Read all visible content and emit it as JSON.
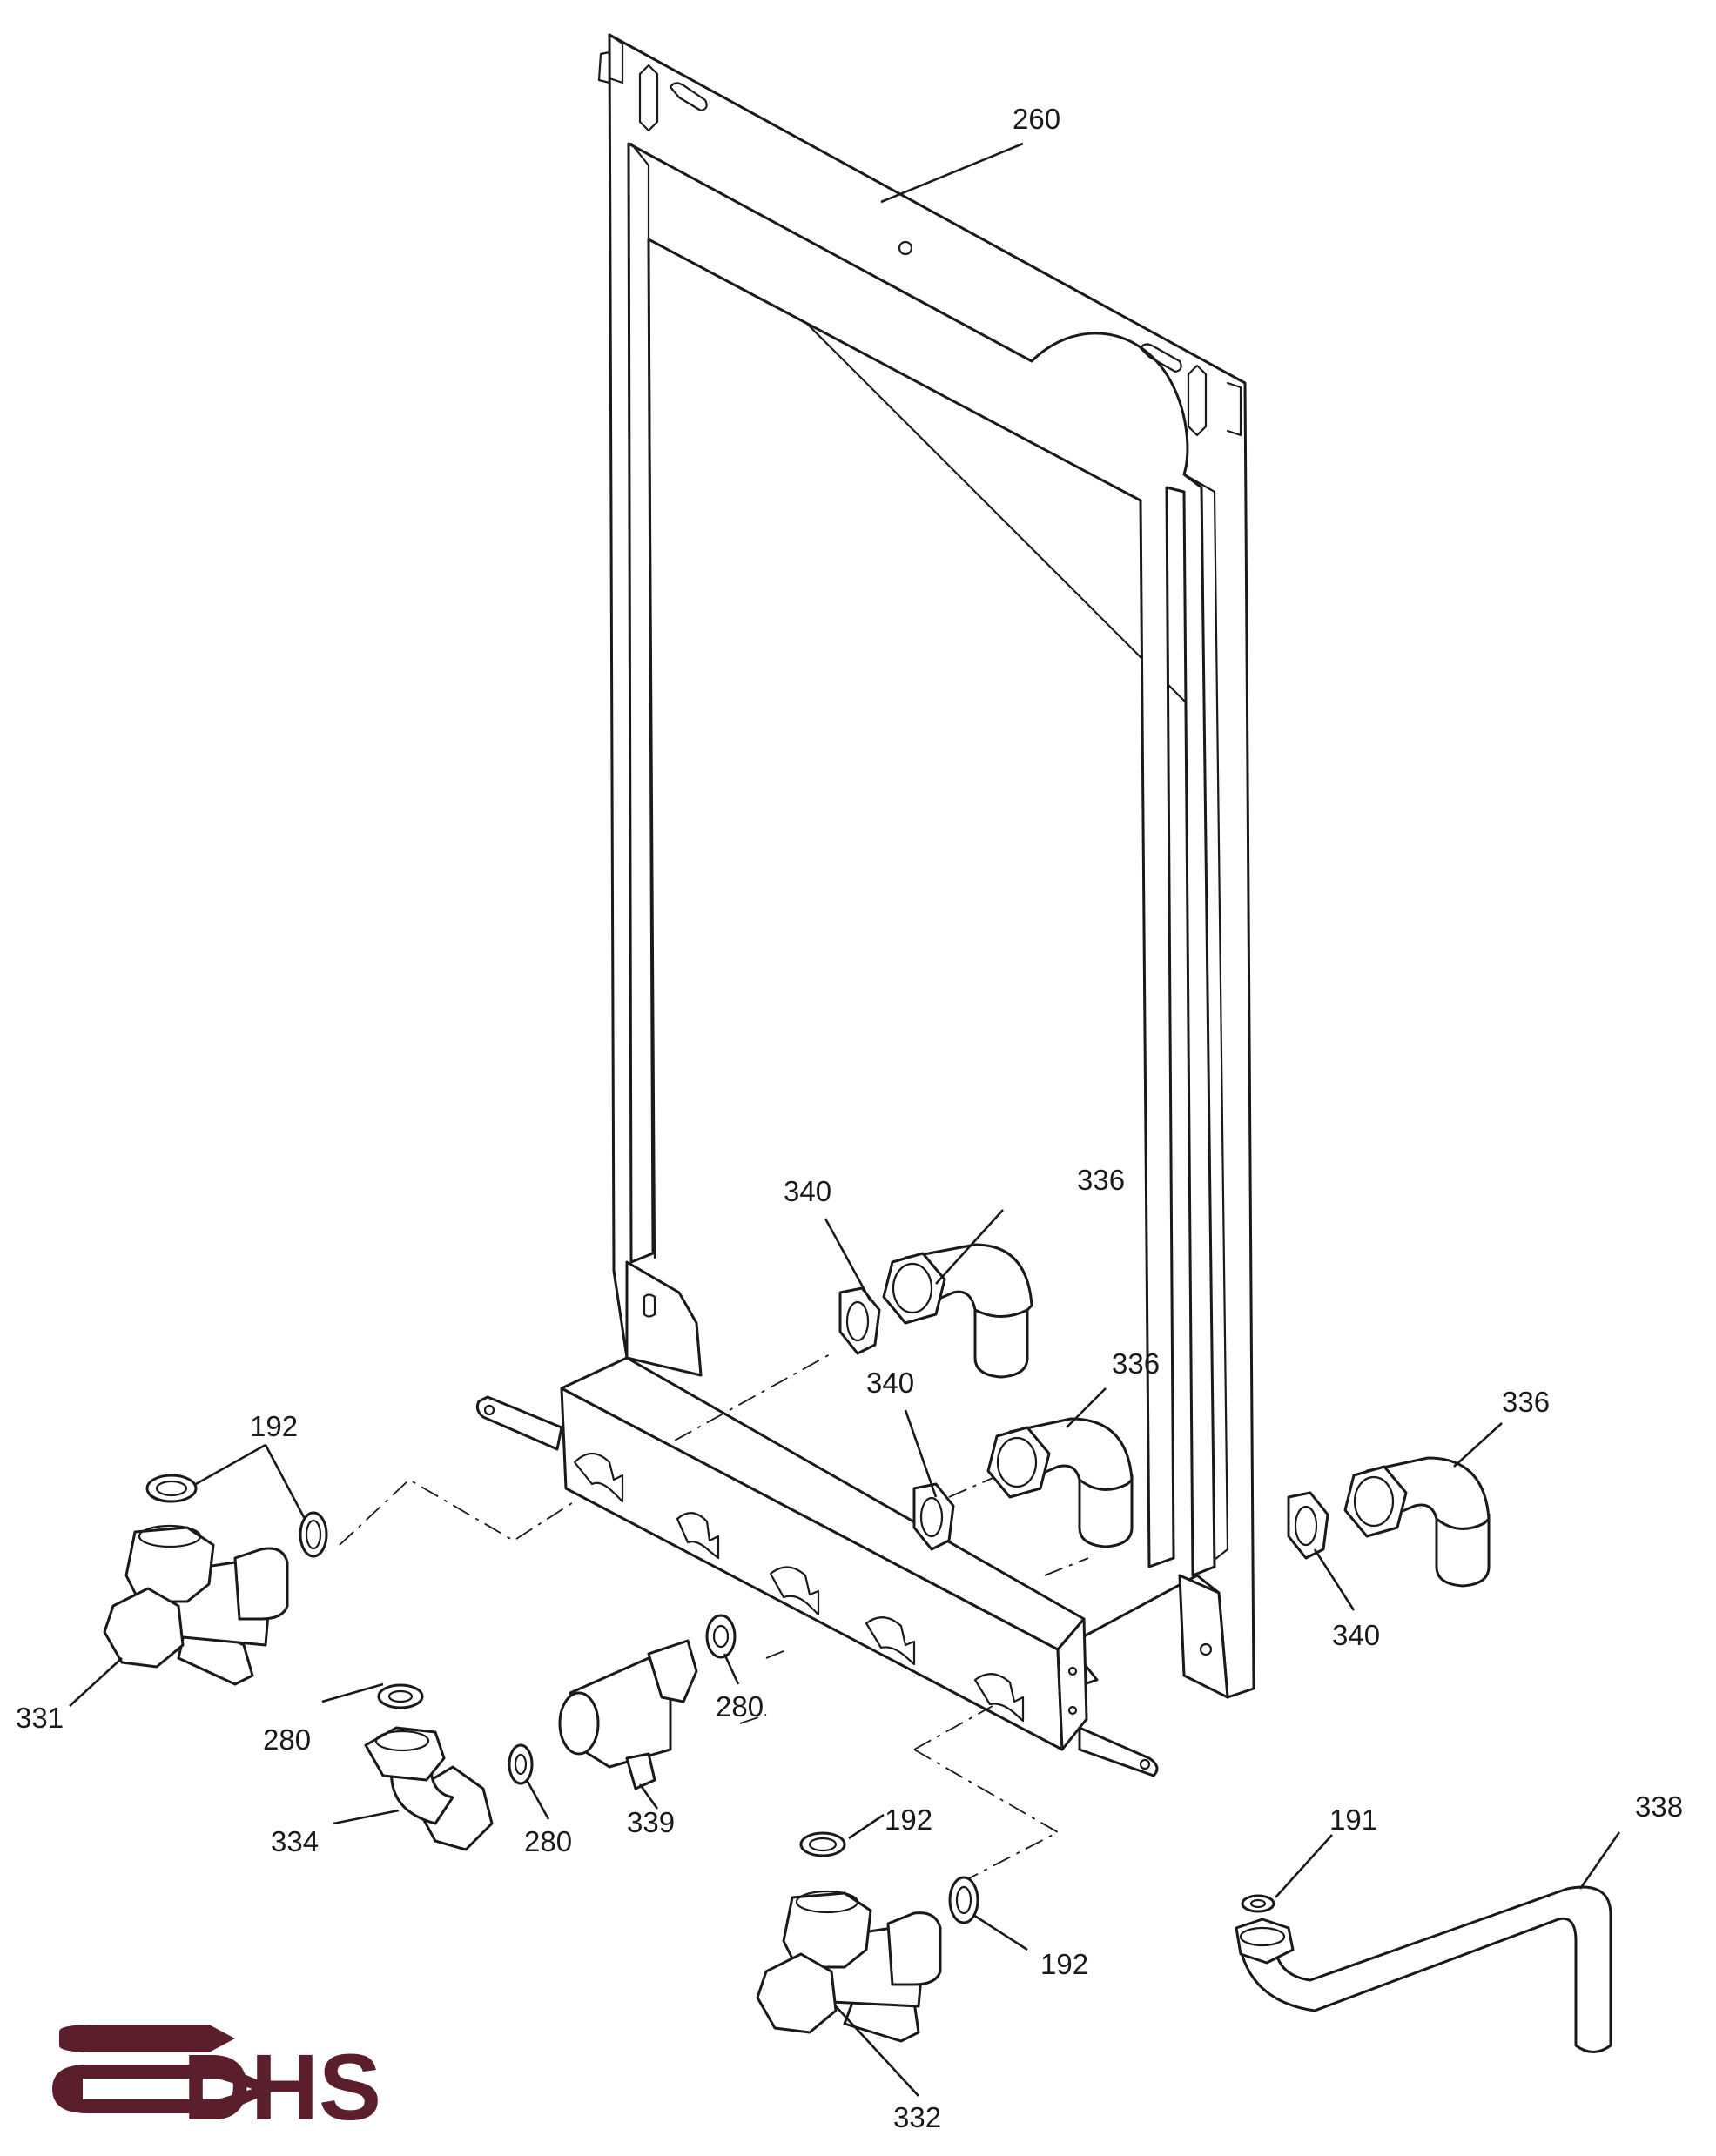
{
  "callouts": {
    "c260": "260",
    "c340_upper": "340",
    "c336_upper": "336",
    "c340_mid": "340",
    "c336_mid": "336",
    "c336_right": "336",
    "c340_right": "340",
    "c192_left": "192",
    "c331": "331",
    "c280_left": "280",
    "c280_right": "280",
    "c334": "334",
    "c280_lower": "280",
    "c339": "339",
    "c192_bottom_top": "192",
    "c192_bottom_right": "192",
    "c332": "332",
    "c191": "191",
    "c338": "338"
  },
  "logo": {
    "text": "DHS",
    "color": "#5a1f2b"
  },
  "line_color": "#1a1a1a"
}
